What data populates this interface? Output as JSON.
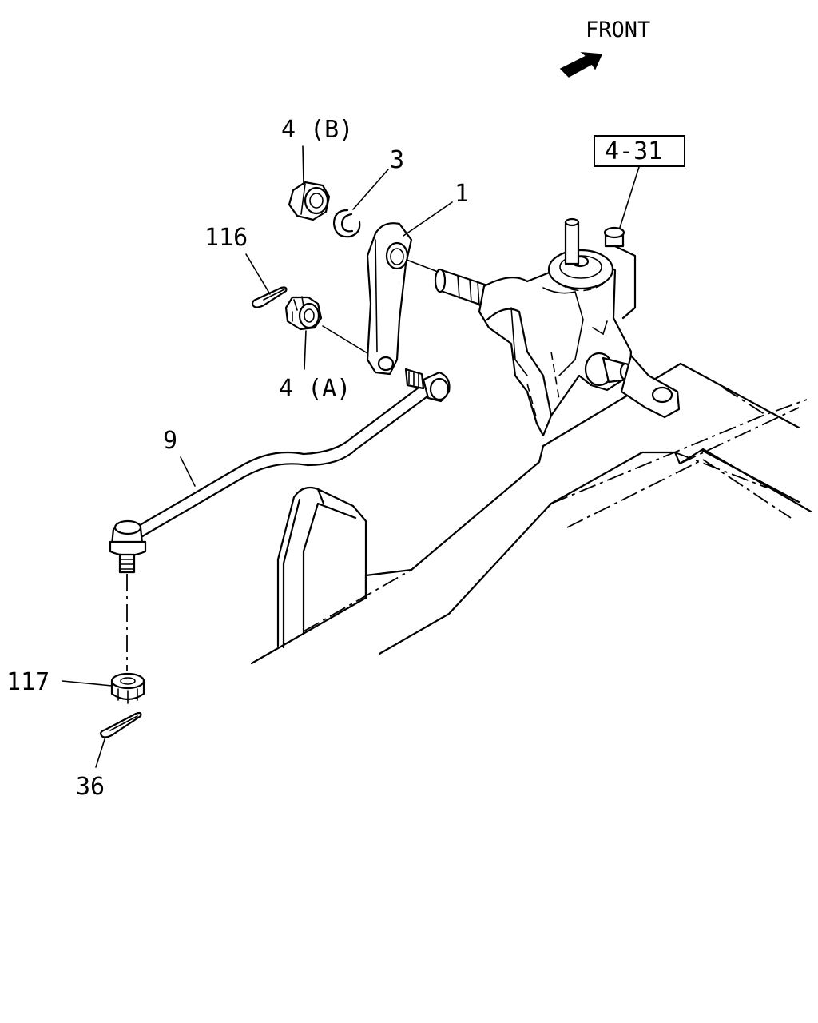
{
  "direction": {
    "text": "FRONT"
  },
  "reference_box": {
    "text": "4-31"
  },
  "callouts": {
    "p1": "1",
    "p3": "3",
    "p4a": "4 (A)",
    "p4b": "4 (B)",
    "p9": "9",
    "p36": "36",
    "p116": "116",
    "p117": "117"
  }
}
